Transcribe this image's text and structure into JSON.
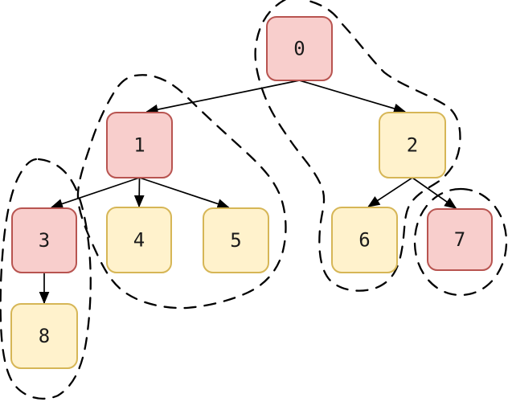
{
  "diagram": {
    "type": "tree",
    "background": "#ffffff",
    "palette": {
      "pink_fill": "#f8cecc",
      "pink_border": "#b85450",
      "yellow_fill": "#fff2cc",
      "yellow_border": "#d6b656",
      "edge_color": "#000000",
      "group_outline_color": "#000000",
      "label_color": "#1a1a1a"
    },
    "nodes": [
      {
        "id": "0",
        "label": "0",
        "color": "pink"
      },
      {
        "id": "1",
        "label": "1",
        "color": "pink"
      },
      {
        "id": "2",
        "label": "2",
        "color": "yellow"
      },
      {
        "id": "3",
        "label": "3",
        "color": "pink"
      },
      {
        "id": "4",
        "label": "4",
        "color": "yellow"
      },
      {
        "id": "5",
        "label": "5",
        "color": "yellow"
      },
      {
        "id": "6",
        "label": "6",
        "color": "yellow"
      },
      {
        "id": "7",
        "label": "7",
        "color": "pink"
      },
      {
        "id": "8",
        "label": "8",
        "color": "yellow"
      }
    ],
    "edges": [
      {
        "from": "0",
        "to": "1"
      },
      {
        "from": "0",
        "to": "2"
      },
      {
        "from": "1",
        "to": "3"
      },
      {
        "from": "1",
        "to": "4"
      },
      {
        "from": "1",
        "to": "5"
      },
      {
        "from": "2",
        "to": "6"
      },
      {
        "from": "2",
        "to": "7"
      },
      {
        "from": "3",
        "to": "8"
      }
    ],
    "groups": [
      {
        "name": "group-0-2-6",
        "members": [
          "0",
          "2",
          "6"
        ]
      },
      {
        "name": "group-1-4-5",
        "members": [
          "1",
          "4",
          "5"
        ]
      },
      {
        "name": "group-3-8",
        "members": [
          "3",
          "8"
        ]
      },
      {
        "name": "group-7",
        "members": [
          "7"
        ]
      }
    ]
  }
}
